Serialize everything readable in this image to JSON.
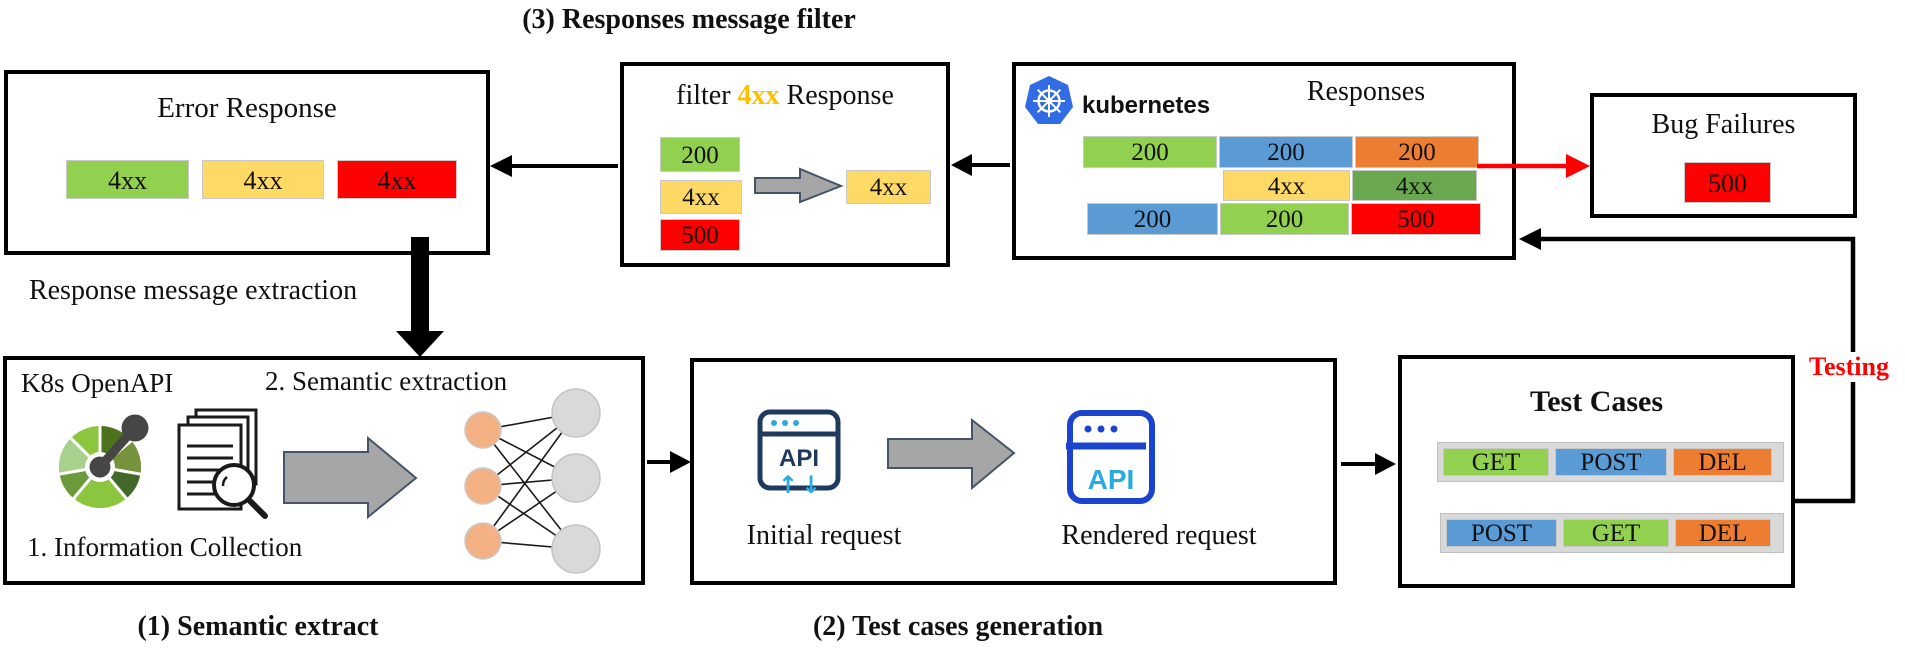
{
  "titles": {
    "step3": "(3) Responses message filter",
    "step1": "(1) Semantic extract",
    "step2": "(2) Test cases generation"
  },
  "annotations": {
    "response_extraction": "Response message extraction",
    "testing": "Testing",
    "testing_color": "#FF0000"
  },
  "error_response_box": {
    "title": "Error Response",
    "chips": [
      {
        "text": "4xx",
        "color": "#92D050"
      },
      {
        "text": "4xx",
        "color": "#FFD966"
      },
      {
        "text": "4xx",
        "color": "#FF0000"
      }
    ]
  },
  "filter_box": {
    "title_prefix": "filter",
    "title_highlight": "4xx",
    "title_suffix": "Response",
    "highlight_color": "#FFC000",
    "input_chips": [
      {
        "text": "200",
        "color": "#92D050"
      },
      {
        "text": "4xx",
        "color": "#FFD966"
      },
      {
        "text": "500",
        "color": "#FF0000"
      }
    ],
    "output_chip": {
      "text": "4xx",
      "color": "#FFD966"
    }
  },
  "kubernetes_box": {
    "logo_label": "kubernetes",
    "title": "Responses",
    "grid": [
      [
        {
          "text": "200",
          "color": "#92D050"
        },
        {
          "text": "200",
          "color": "#5B9BD5"
        },
        {
          "text": "200",
          "color": "#ED7D31"
        }
      ],
      [
        {
          "text": "4xx",
          "color": "#FFD966"
        },
        {
          "text": "4xx",
          "color": "#6AA84F"
        }
      ],
      [
        {
          "text": "200",
          "color": "#5B9BD5"
        },
        {
          "text": "200",
          "color": "#92D050"
        },
        {
          "text": "500",
          "color": "#FF0000"
        }
      ]
    ]
  },
  "bug_failures_box": {
    "title": "Bug Failures",
    "chip": {
      "text": "500",
      "color": "#FF0000"
    }
  },
  "semantic_box": {
    "openapi_label": "K8s OpenAPI",
    "extraction_label": "2. Semantic extraction",
    "collection_label": "1. Information Collection"
  },
  "generation_box": {
    "initial_label": "Initial request",
    "rendered_label": "Rendered request",
    "api_text": "API"
  },
  "test_cases_box": {
    "title": "Test Cases",
    "rows": [
      [
        {
          "text": "GET",
          "color": "#92D050"
        },
        {
          "text": "POST",
          "color": "#5B9BD5"
        },
        {
          "text": "DEL",
          "color": "#ED7D31"
        }
      ],
      [
        {
          "text": "POST",
          "color": "#5B9BD5"
        },
        {
          "text": "GET",
          "color": "#92D050"
        },
        {
          "text": "DEL",
          "color": "#ED7D31"
        }
      ]
    ]
  },
  "icons": {
    "kubernetes_logo": "kubernetes-helm-wheel",
    "openapi_logo": "openapi-green-ring",
    "documents": "documents-with-magnifier",
    "api_initial": "api-browser-window-with-arrows",
    "api_rendered": "api-browser-window",
    "neural_network": "3x3-fully-connected-nodes"
  },
  "colors": {
    "arrow_black": "#000000",
    "arrow_red": "#FF0000",
    "big_arrow_fill": "#A6A6A6",
    "big_arrow_stroke": "#44546A",
    "nn_input_node": "#F4B183",
    "nn_output_node": "#D9D9D9",
    "kubernetes_blue": "#326CE5"
  }
}
